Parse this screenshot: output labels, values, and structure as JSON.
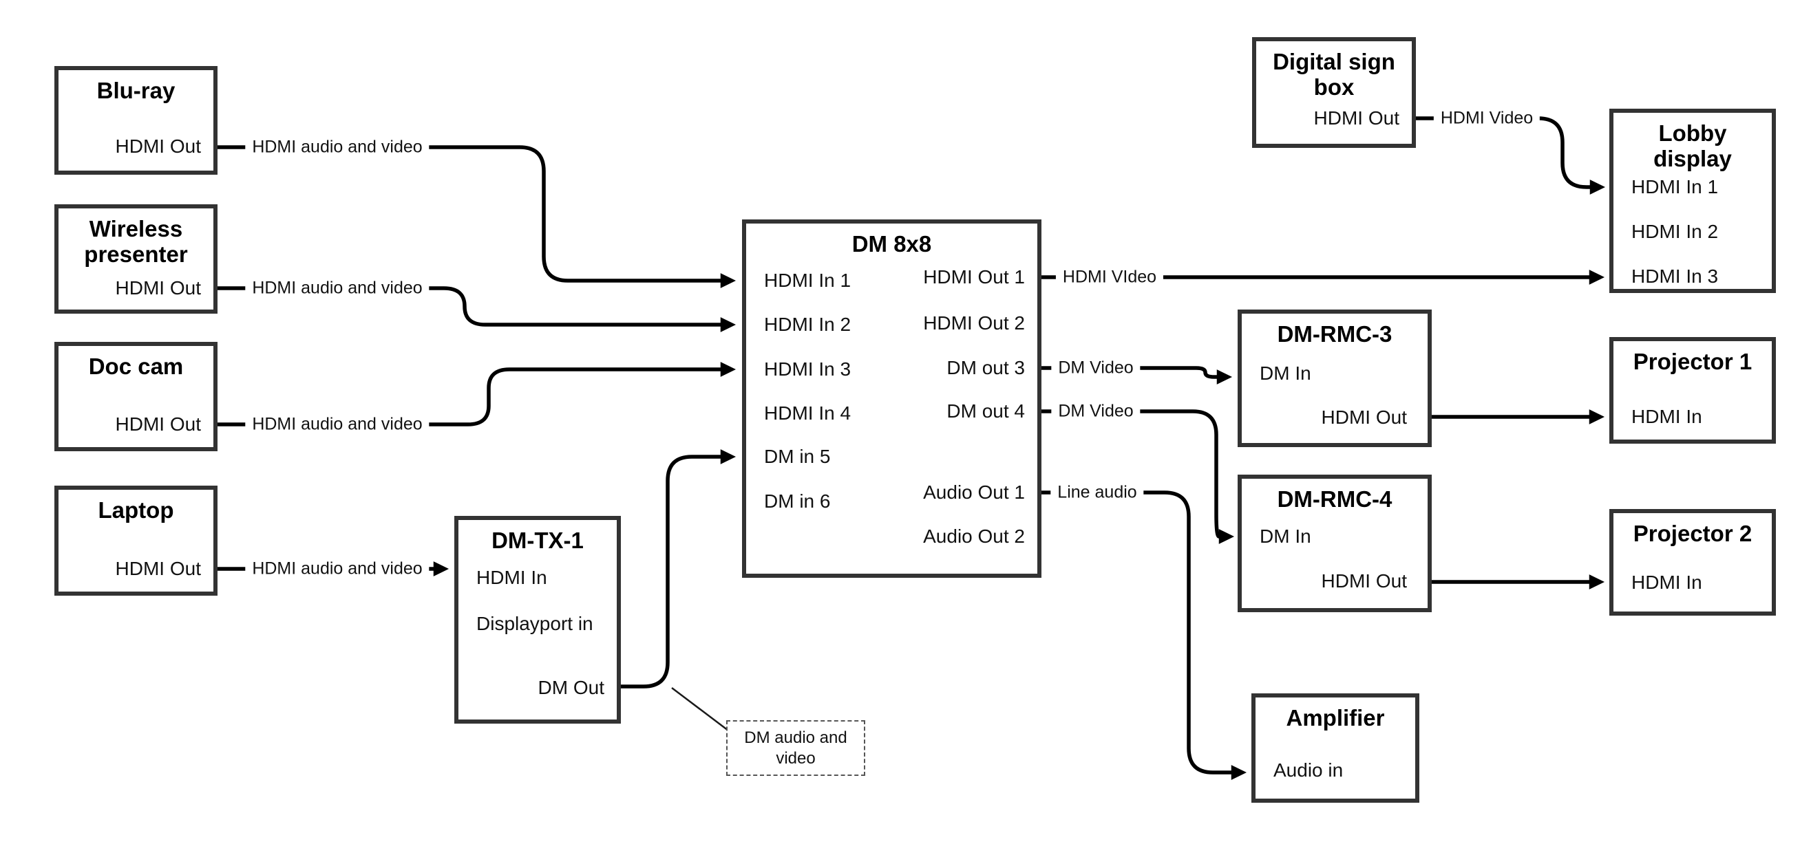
{
  "colors": {
    "background": "#ffffff",
    "box_border": "#333333",
    "wire": "#000000",
    "text": "#000000"
  },
  "nodes": {
    "bluray": {
      "title": "Blu-ray",
      "port_hdmi_out": "HDMI Out"
    },
    "wireless_presenter": {
      "title_line1": "Wireless",
      "title_line2": "presenter",
      "port_hdmi_out": "HDMI Out"
    },
    "doc_cam": {
      "title": "Doc cam",
      "port_hdmi_out": "HDMI Out"
    },
    "laptop": {
      "title": "Laptop",
      "port_hdmi_out": "HDMI Out"
    },
    "dm_tx_1": {
      "title": "DM-TX-1",
      "port_hdmi_in": "HDMI In",
      "port_displayport_in": "Displayport in",
      "port_dm_out": "DM Out"
    },
    "dm_8x8": {
      "title": "DM 8x8",
      "inputs": [
        "HDMI In 1",
        "HDMI In 2",
        "HDMI In 3",
        "HDMI In 4",
        "DM in 5",
        "DM in 6"
      ],
      "outputs": [
        "HDMI Out 1",
        "HDMI Out 2",
        "DM out 3",
        "DM out 4",
        "Audio Out 1",
        "Audio Out 2"
      ]
    },
    "digital_sign_box": {
      "title_line1": "Digital sign",
      "title_line2": "box",
      "port_hdmi_out": "HDMI Out"
    },
    "lobby_display": {
      "title_line1": "Lobby",
      "title_line2": "display",
      "inputs": [
        "HDMI In 1",
        "HDMI In 2",
        "HDMI In 3"
      ]
    },
    "dm_rmc_3": {
      "title": "DM-RMC-3",
      "port_dm_in": "DM In",
      "port_hdmi_out": "HDMI Out"
    },
    "projector_1": {
      "title": "Projector 1",
      "port_hdmi_in": "HDMI In"
    },
    "dm_rmc_4": {
      "title": "DM-RMC-4",
      "port_dm_in": "DM In",
      "port_hdmi_out": "HDMI Out"
    },
    "projector_2": {
      "title": "Projector 2",
      "port_hdmi_in": "HDMI In"
    },
    "amplifier": {
      "title": "Amplifier",
      "port_audio_in": "Audio in"
    }
  },
  "wire_labels": {
    "bluray_to_dm8x8": "HDMI audio and video",
    "wireless_to_dm8x8": "HDMI audio and video",
    "doccam_to_dm8x8": "HDMI audio and video",
    "laptop_to_dmtx1": "HDMI audio and video",
    "dm8x8_hdmi_out1_to_lobby": "HDMI VIdeo",
    "sign_to_lobby": "HDMI Video",
    "dm8x8_dm_out3_to_rmc3": "DM Video",
    "dm8x8_dm_out4_to_rmc4": "DM Video",
    "dm8x8_audio_out1_to_amp": "Line audio"
  },
  "annotation": {
    "line1": "DM audio and",
    "line2": "video"
  }
}
